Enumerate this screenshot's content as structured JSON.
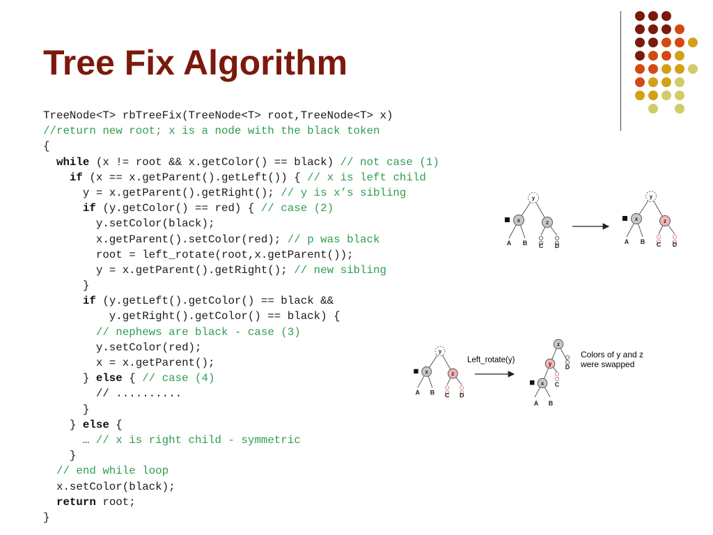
{
  "title": "Tree Fix Algorithm",
  "code_lines": [
    [
      {
        "t": "TreeNode<T> rbTreeFix(TreeNode<T> root,TreeNode<T> x)",
        "k": "n"
      }
    ],
    [
      {
        "t": "//return new root; x is a node with the black token",
        "k": "c"
      }
    ],
    [
      {
        "t": "{",
        "k": "n"
      }
    ],
    [
      {
        "t": "  ",
        "k": "n"
      },
      {
        "t": "while",
        "k": "k"
      },
      {
        "t": " (x != root && x.getColor() == black) ",
        "k": "n"
      },
      {
        "t": "// not case (1)",
        "k": "c"
      }
    ],
    [
      {
        "t": "    ",
        "k": "n"
      },
      {
        "t": "if",
        "k": "k"
      },
      {
        "t": " (x == x.getParent().getLeft()) { ",
        "k": "n"
      },
      {
        "t": "// x is left child",
        "k": "c"
      }
    ],
    [
      {
        "t": "      y = x.getParent().getRight(); ",
        "k": "n"
      },
      {
        "t": "// y is x’s sibling",
        "k": "c"
      }
    ],
    [
      {
        "t": "      ",
        "k": "n"
      },
      {
        "t": "if",
        "k": "k"
      },
      {
        "t": " (y.getColor() == red) { ",
        "k": "n"
      },
      {
        "t": "// case (2)",
        "k": "c"
      }
    ],
    [
      {
        "t": "        y.setColor(black);",
        "k": "n"
      }
    ],
    [
      {
        "t": "        x.getParent().setColor(red); ",
        "k": "n"
      },
      {
        "t": "// p was black",
        "k": "c"
      }
    ],
    [
      {
        "t": "        root = left_rotate(root,x.getParent());",
        "k": "n"
      }
    ],
    [
      {
        "t": "        y = x.getParent().getRight(); ",
        "k": "n"
      },
      {
        "t": "// new sibling",
        "k": "c"
      }
    ],
    [
      {
        "t": "      }",
        "k": "n"
      }
    ],
    [
      {
        "t": "      ",
        "k": "n"
      },
      {
        "t": "if",
        "k": "k"
      },
      {
        "t": " (y.getLeft().getColor() == black &&",
        "k": "n"
      }
    ],
    [
      {
        "t": "          y.getRight().getColor() == black) {",
        "k": "n"
      }
    ],
    [
      {
        "t": "        ",
        "k": "n"
      },
      {
        "t": "// nephews are black - case (3)",
        "k": "c"
      }
    ],
    [
      {
        "t": "        y.setColor(red);",
        "k": "n"
      }
    ],
    [
      {
        "t": "        x = x.getParent();",
        "k": "n"
      }
    ],
    [
      {
        "t": "      } ",
        "k": "n"
      },
      {
        "t": "else",
        "k": "k"
      },
      {
        "t": " { ",
        "k": "n"
      },
      {
        "t": "// case (4)",
        "k": "c"
      }
    ],
    [
      {
        "t": "        // ..........",
        "k": "n"
      }
    ],
    [
      {
        "t": "      }",
        "k": "n"
      }
    ],
    [
      {
        "t": "    } ",
        "k": "n"
      },
      {
        "t": "else",
        "k": "k"
      },
      {
        "t": " {",
        "k": "n"
      }
    ],
    [
      {
        "t": "      … ",
        "k": "n"
      },
      {
        "t": "// x is right child - symmetric",
        "k": "c"
      }
    ],
    [
      {
        "t": "    }",
        "k": "n"
      }
    ],
    [
      {
        "t": "  ",
        "k": "n"
      },
      {
        "t": "// end while loop",
        "k": "c"
      }
    ],
    [
      {
        "t": "  x.setColor(black);",
        "k": "n"
      }
    ],
    [
      {
        "t": "  ",
        "k": "n"
      },
      {
        "t": "return",
        "k": "k"
      },
      {
        "t": " root;",
        "k": "n"
      }
    ],
    [
      {
        "t": "}",
        "k": "n"
      }
    ]
  ],
  "diagram_labels": {
    "x": "x",
    "y": "y",
    "z": "z",
    "A": "A",
    "B": "B",
    "C": "C",
    "D": "D"
  },
  "rotate_label": "Left_rotate(y)",
  "note_line1": "Colors of y and z",
  "note_line2": "were swapped",
  "colors": {
    "title": "#7a1a0c",
    "comment": "#2e9e4f",
    "dot_dark_red": "#7a1a0c",
    "dot_orange": "#d24a12",
    "dot_gold": "#d4a017",
    "dot_khaki": "#d2cb6c",
    "node_gray": "#c8c8c8",
    "node_pink": "#f4b4b4"
  }
}
